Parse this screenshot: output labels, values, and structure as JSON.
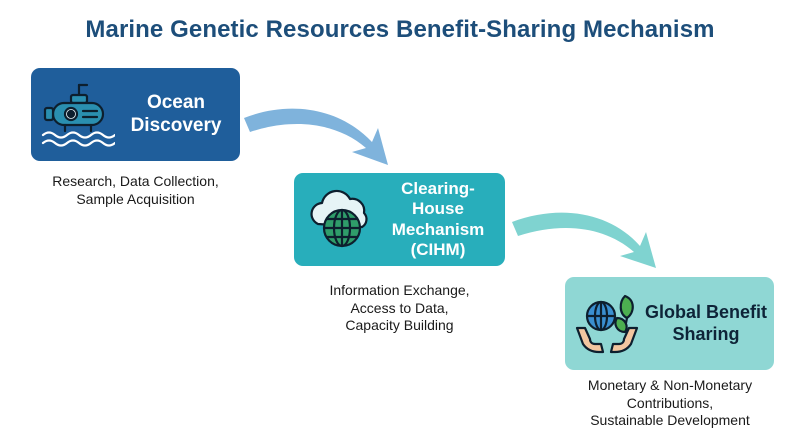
{
  "title": "Marine Genetic Resources Benefit-Sharing Mechanism",
  "stages": [
    {
      "label": "Ocean\nDiscovery",
      "description": "Research, Data Collection,\nSample Acquisition",
      "icon": "submarine-icon",
      "color": "#1f5e9b"
    },
    {
      "label": "Clearing-House\nMechanism\n(CIHM)",
      "description": "Information Exchange,\nAccess to Data,\nCapacity Building",
      "icon": "cloud-globe-icon",
      "color": "#28aebb"
    },
    {
      "label": "Global Benefit\nSharing",
      "description": "Monetary & Non-Monetary\nContributions,\nSustainable Development",
      "icon": "hands-globe-leaf-icon",
      "color": "#8fd7d4"
    }
  ],
  "arrows": [
    {
      "from": 0,
      "to": 1,
      "color": "#7fb3dc"
    },
    {
      "from": 1,
      "to": 2,
      "color": "#7fd3d0"
    }
  ]
}
